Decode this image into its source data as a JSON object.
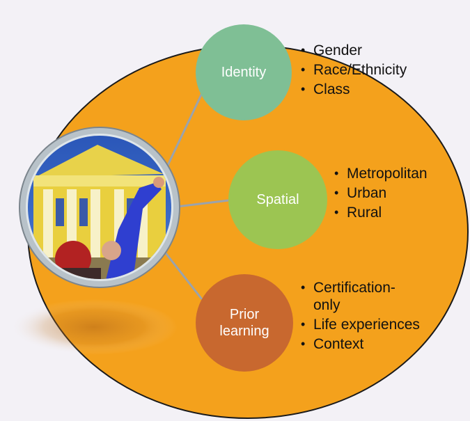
{
  "colors": {
    "background": "#f3f1f6",
    "big_circle": "#f4a11c",
    "big_circle_stroke": "#1a1a1a",
    "identity": "#7fbf95",
    "spatial": "#9cc552",
    "prior_learning": "#c8682f",
    "connector": "#9aa3ad",
    "photo_ring": "#b8c2c9"
  },
  "photo": {
    "icon": "campus-building-photo"
  },
  "nodes": [
    {
      "id": "identity",
      "label": "Identity",
      "bullets": [
        "Gender",
        "Race/Ethnicity",
        "Class"
      ]
    },
    {
      "id": "spatial",
      "label": "Spatial",
      "bullets": [
        "Metropolitan",
        "Urban",
        "Rural"
      ]
    },
    {
      "id": "prior-learning",
      "label": "Prior\nlearning",
      "bullets": [
        "Certification-\nonly",
        "Life experiences",
        "Context"
      ]
    }
  ]
}
